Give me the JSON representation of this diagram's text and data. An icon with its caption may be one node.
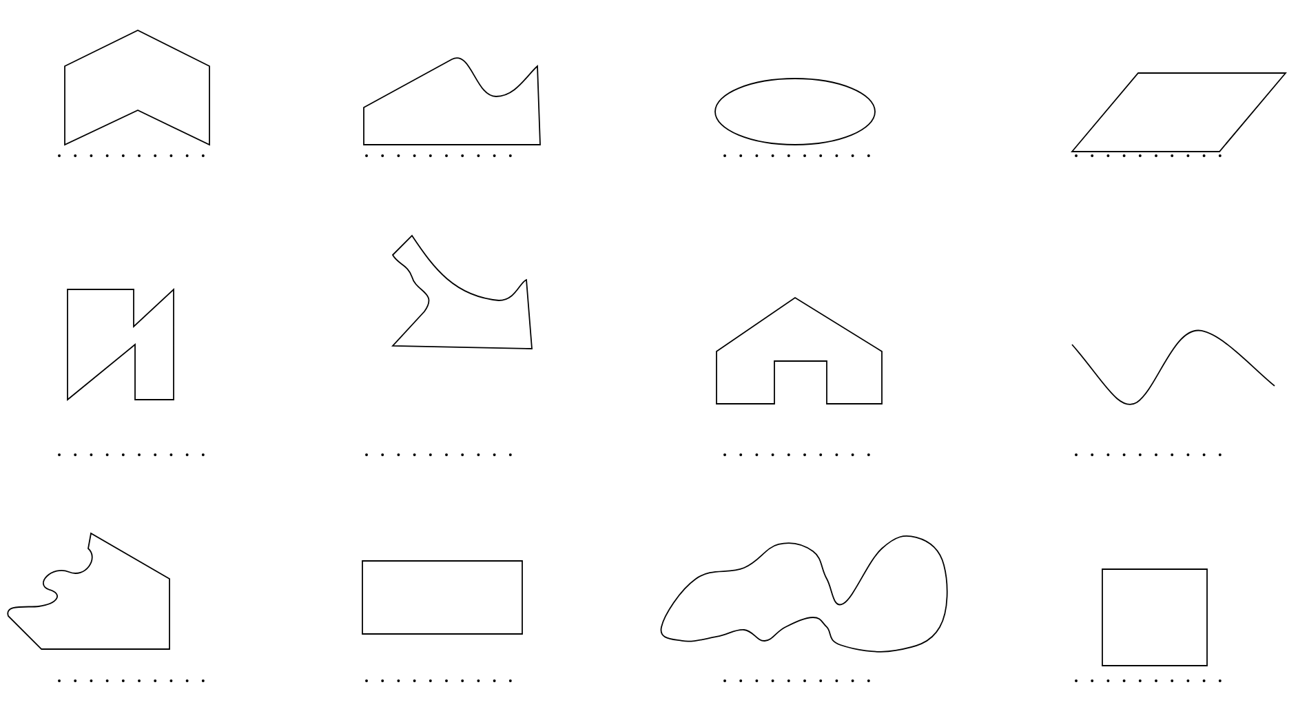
{
  "diagram": {
    "nodes": [
      {
        "text": [],
        "shape": "chevron"
      },
      {
        "text": [],
        "shape": "freeform"
      },
      {
        "text": [],
        "shape": "ellipse"
      },
      {
        "text": [],
        "shape": "parallelogram"
      },
      {
        "text": [],
        "shape": "polygon"
      },
      {
        "text": [],
        "shape": "freeform"
      },
      {
        "text": [],
        "shape": "house"
      },
      {
        "text": [],
        "shape": "curve"
      },
      {
        "text": [],
        "shape": "freeform"
      },
      {
        "text": [],
        "shape": "rectangle"
      },
      {
        "text": [],
        "shape": "blob"
      },
      {
        "text": [],
        "shape": "square"
      }
    ]
  }
}
